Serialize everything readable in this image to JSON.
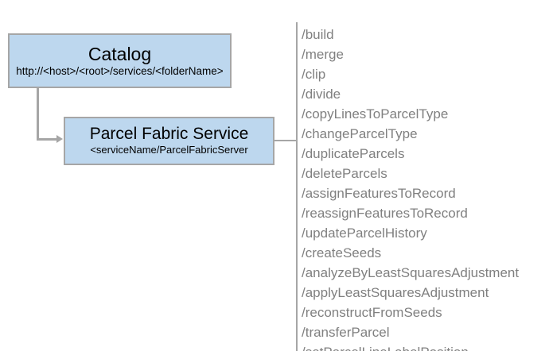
{
  "diagram": {
    "nodes": [
      {
        "id": "catalog",
        "title": "Catalog",
        "subtitle": "http://<host>/<root>/services/<folderName>"
      },
      {
        "id": "parcel-fabric-service",
        "title": "Parcel Fabric Service",
        "subtitle": "<serviceName/ParcelFabricServer"
      }
    ],
    "operations": [
      "/build",
      "/merge",
      "/clip",
      "/divide",
      "/copyLinesToParcelType",
      "/changeParcelType",
      "/duplicateParcels",
      "/deleteParcels",
      "/assignFeaturesToRecord",
      "/reassignFeaturesToRecord",
      "/updateParcelHistory",
      "/createSeeds",
      "/analyzeByLeastSquaresAdjustment",
      "/applyLeastSquaresAdjustment",
      "/reconstructFromSeeds",
      "/transferParcel",
      "/setParcelLineLabelPosition"
    ],
    "colors": {
      "node_fill": "#bdd7ee",
      "node_border": "#a6a6a6",
      "connector": "#a6a6a6",
      "operation_text": "#808080",
      "node_text": "#000000",
      "background": "#ffffff"
    }
  }
}
